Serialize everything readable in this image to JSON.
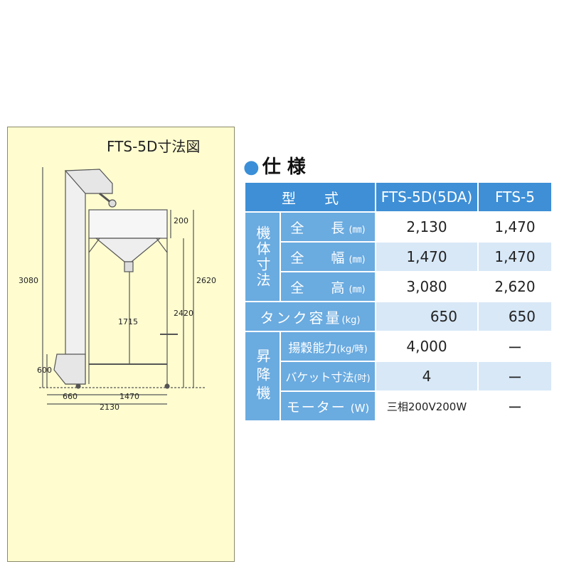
{
  "drawing": {
    "title": "FTS-5D寸法図",
    "dims": {
      "total_height": "3080",
      "tank_height": "2620",
      "inner_height": "2420",
      "top_gap": "200",
      "leg_height": "1715",
      "bottom": "600",
      "w_left": "660",
      "w_right": "1470",
      "w_total": "2130"
    }
  },
  "spec": {
    "heading": "仕 様",
    "header": {
      "label": "型　　式",
      "col1": "FTS-5D(5DA)",
      "col2": "FTS-5"
    },
    "group_body": "機体寸法",
    "group_lift": "昇降機",
    "rows": {
      "length": {
        "label": "全　　長",
        "unit": "(㎜)",
        "v1": "2,130",
        "v2": "1,470"
      },
      "width": {
        "label": "全　　幅",
        "unit": "(㎜)",
        "v1": "1,470",
        "v2": "1,470"
      },
      "height": {
        "label": "全　　高",
        "unit": "(㎜)",
        "v1": "3,080",
        "v2": "2,620"
      },
      "tank": {
        "label": "タンク容量",
        "unit": "(kg)",
        "v1": "650",
        "v2": "650"
      },
      "capacity": {
        "label": "揚穀能力",
        "unit": "(kg/時)",
        "v1": "4,000",
        "v2": "ー"
      },
      "bucket": {
        "label": "バケット寸法",
        "unit": "(吋)",
        "v1": "4",
        "v2": "ー"
      },
      "motor": {
        "label": "モーター",
        "unit": "(W)",
        "v1": "三相200V200W",
        "v2": "ー"
      }
    }
  }
}
